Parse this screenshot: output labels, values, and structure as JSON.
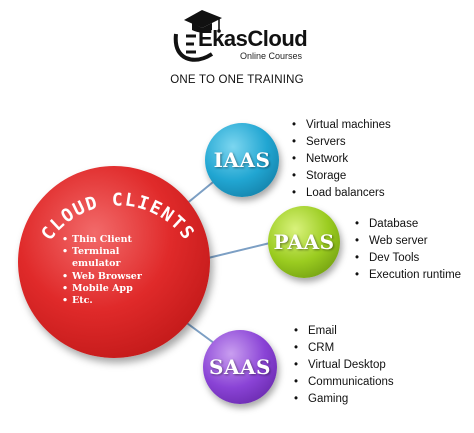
{
  "logo": {
    "name": "EkasCloud",
    "subtitle": "Online Courses"
  },
  "tagline": "ONE TO ONE TRAINING",
  "cloud_clients": {
    "title": "CLOUD CLIENTS",
    "items": [
      "Thin Client",
      "Terminal",
      "emulator",
      "Web Browser",
      "Mobile App",
      "Etc."
    ],
    "color": "#e02a2a"
  },
  "services": [
    {
      "label": "IAAS",
      "color": "#21a6d2",
      "features": [
        "Virtual machines",
        "Servers",
        "Network",
        "Storage",
        "Load balancers"
      ]
    },
    {
      "label": "PAAS",
      "color": "#9bcc20",
      "features": [
        "Database",
        "Web server",
        "Dev Tools",
        "Execution runtime"
      ]
    },
    {
      "label": "SAAS",
      "color": "#8a43d6",
      "features": [
        "Email",
        "CRM",
        "Virtual Desktop",
        "Communications",
        "Gaming"
      ]
    }
  ]
}
